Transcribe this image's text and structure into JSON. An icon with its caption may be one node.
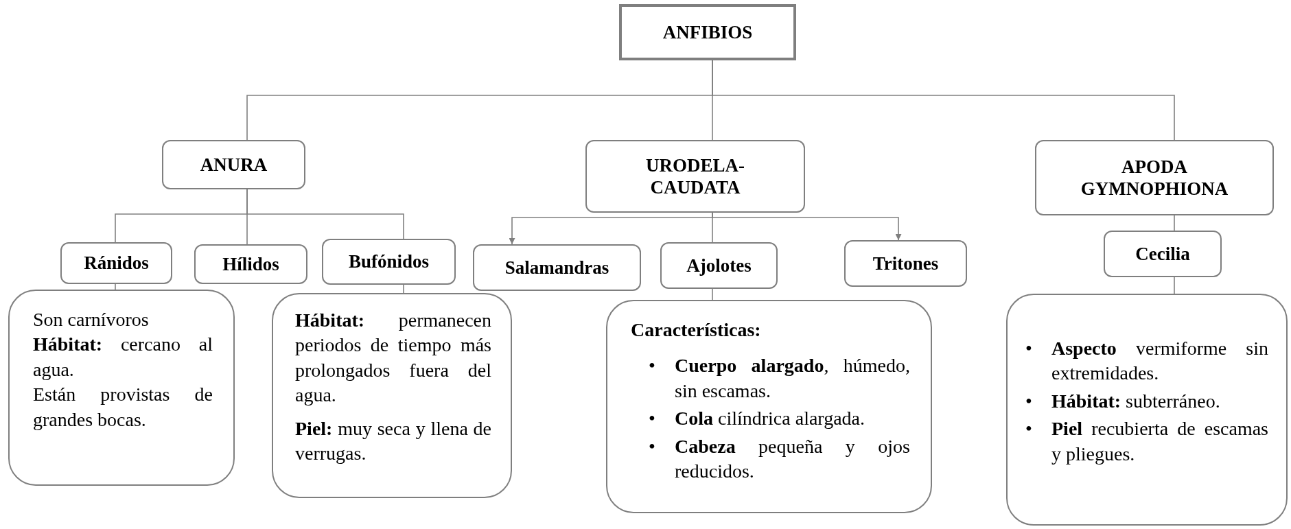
{
  "diagram": {
    "nodes": [
      {
        "text": [
          "ANFIBIOS"
        ]
      },
      {
        "text": [
          "ANURA"
        ]
      },
      {
        "text": [
          "URODELA- CAUDATA"
        ]
      },
      {
        "text": [
          "APODA GYMNOPHIONA"
        ]
      },
      {
        "text": [
          "Ránidos"
        ]
      },
      {
        "text": [
          "Hílidos"
        ]
      },
      {
        "text": [
          "Bufónidos"
        ]
      },
      {
        "text": [
          "Salamandras"
        ]
      },
      {
        "text": [
          "Ajolotes"
        ]
      },
      {
        "text": [
          "Tritones"
        ]
      },
      {
        "text": [
          "Cecilia"
        ]
      },
      {
        "text": [
          "Son carnívoros",
          "**Hábitat:** cercano al agua.",
          "Están provistas de grandes bocas."
        ]
      },
      {
        "text": [
          "**Hábitat:** permanecen periodos de tiempo más prolongados fuera del agua.",
          "**Piel:** muy seca y llena de verrugas."
        ]
      },
      {
        "text": [
          "Características:",
          "**Cuerpo alargado**, húmedo, sin escamas.",
          "**Cola** cilíndrica alargada.",
          "**Cabeza** pequeña y ojos reducidos."
        ]
      },
      {
        "text": [
          "**Aspecto** vermiforme sin extremidades.",
          "**Hábitat:** subterráneo.",
          "**Piel** recubierta de escamas y pliegues."
        ]
      }
    ],
    "edges": [
      {
        "from": 0,
        "to": 1,
        "arrow": "none"
      },
      {
        "from": 0,
        "to": 2,
        "arrow": "none"
      },
      {
        "from": 0,
        "to": 3,
        "arrow": "none"
      },
      {
        "from": 1,
        "to": 4,
        "arrow": "none"
      },
      {
        "from": 1,
        "to": 5,
        "arrow": "none"
      },
      {
        "from": 1,
        "to": 6,
        "arrow": "none"
      },
      {
        "from": 2,
        "to": 7,
        "arrow": "to"
      },
      {
        "from": 2,
        "to": 8,
        "arrow": "none"
      },
      {
        "from": 2,
        "to": 9,
        "arrow": "to"
      },
      {
        "from": 3,
        "to": 10,
        "arrow": "none"
      },
      {
        "from": 4,
        "to": 11,
        "arrow": "none"
      },
      {
        "from": 6,
        "to": 12,
        "arrow": "none"
      },
      {
        "from": 8,
        "to": 13,
        "arrow": "none"
      },
      {
        "from": 10,
        "to": 14,
        "arrow": "none"
      }
    ],
    "labels": [
      "•",
      "•",
      "•",
      "•",
      "•",
      "•"
    ]
  }
}
